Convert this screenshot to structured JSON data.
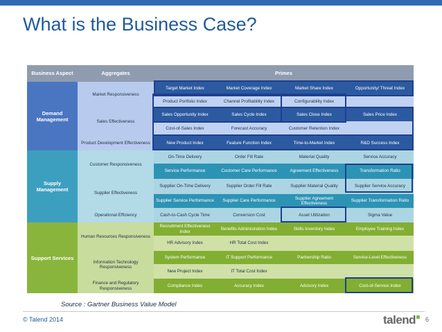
{
  "slide": {
    "title": "What is the Business Case?",
    "source": "Source : Gartner Business Value Model",
    "copyright": "© Talend 2014",
    "page_number": "6",
    "logo": "talend"
  },
  "table": {
    "headers": [
      "Business Aspect",
      "Aggregates",
      "Primes"
    ],
    "business_aspects": [
      "Demand Management",
      "Supply Management",
      "Support Services"
    ],
    "aggregates": [
      "Market Responsiveness",
      "Sales Effectiveness",
      "Product Development Effectiveness",
      "Customer Responsiveness",
      "Supplier Effectiveness",
      "Operational Efficiency",
      "Human Resources Responsiveness",
      "Information Technology Responsiveness",
      "Finance and Regulatory Responsiveness"
    ],
    "primes": [
      [
        "Target Market Index",
        "Market Coverage Index",
        "Market Share Index",
        "Opportunity/ Threat Index"
      ],
      [
        "Product Portfolio Index",
        "Channel Profitability Index",
        "Configurability Index",
        ""
      ],
      [
        "Sales Opportunity Index",
        "Sales Cycle Index",
        "Sales Close Index",
        "Sales Price Index"
      ],
      [
        "Cost-of-Sales Index",
        "Forecast Accuracy",
        "Customer Retention Index",
        ""
      ],
      [
        "New Product Index",
        "Feature Function Index",
        "Time-to-Market Index",
        "R&D Success Index"
      ],
      [
        "On-Time Delivery",
        "Order Fill Rate",
        "Material Quality",
        "Service Accuracy"
      ],
      [
        "Service Performance",
        "Customer Care Performance",
        "Agreement Effectiveness",
        "Transformation Ratio"
      ],
      [
        "Supplier On-Time Delivery",
        "Supplier Order Fill Rate",
        "Supplier Material Quality",
        "Supplier Service Accuracy"
      ],
      [
        "Supplier Service Performance",
        "Supplier Care Performance",
        "Supplier Agreement Effectiveness",
        "Supplier Transformation Ratio"
      ],
      [
        "Cash-to-Cash Cycle Time",
        "Conversion Cost",
        "Asset Utilization",
        "Sigma Value"
      ],
      [
        "Recruitment Effectiveness Index",
        "Benefits Administration Index",
        "Skills Inventory Index",
        "Employee Training Index"
      ],
      [
        "HR Advisory Index",
        "HR Total Cost Index",
        "",
        ""
      ],
      [
        "System Performance",
        "IT Support Performance",
        "Partnership Ratio",
        "Service-Level Effectiveness"
      ],
      [
        "New Project Index",
        "IT Total Cost Index",
        "",
        ""
      ],
      [
        "Compliance Index",
        "Accuracy Index",
        "Advisory Index",
        "Cost-of-Service Index"
      ]
    ]
  },
  "colors": {
    "title": "#1f5b9b",
    "header": "#8f9cb0",
    "demand": "#4a76c1",
    "supply": "#3d9fc0",
    "support": "#8ab53c",
    "highlight_border": "#1e3f8f"
  }
}
